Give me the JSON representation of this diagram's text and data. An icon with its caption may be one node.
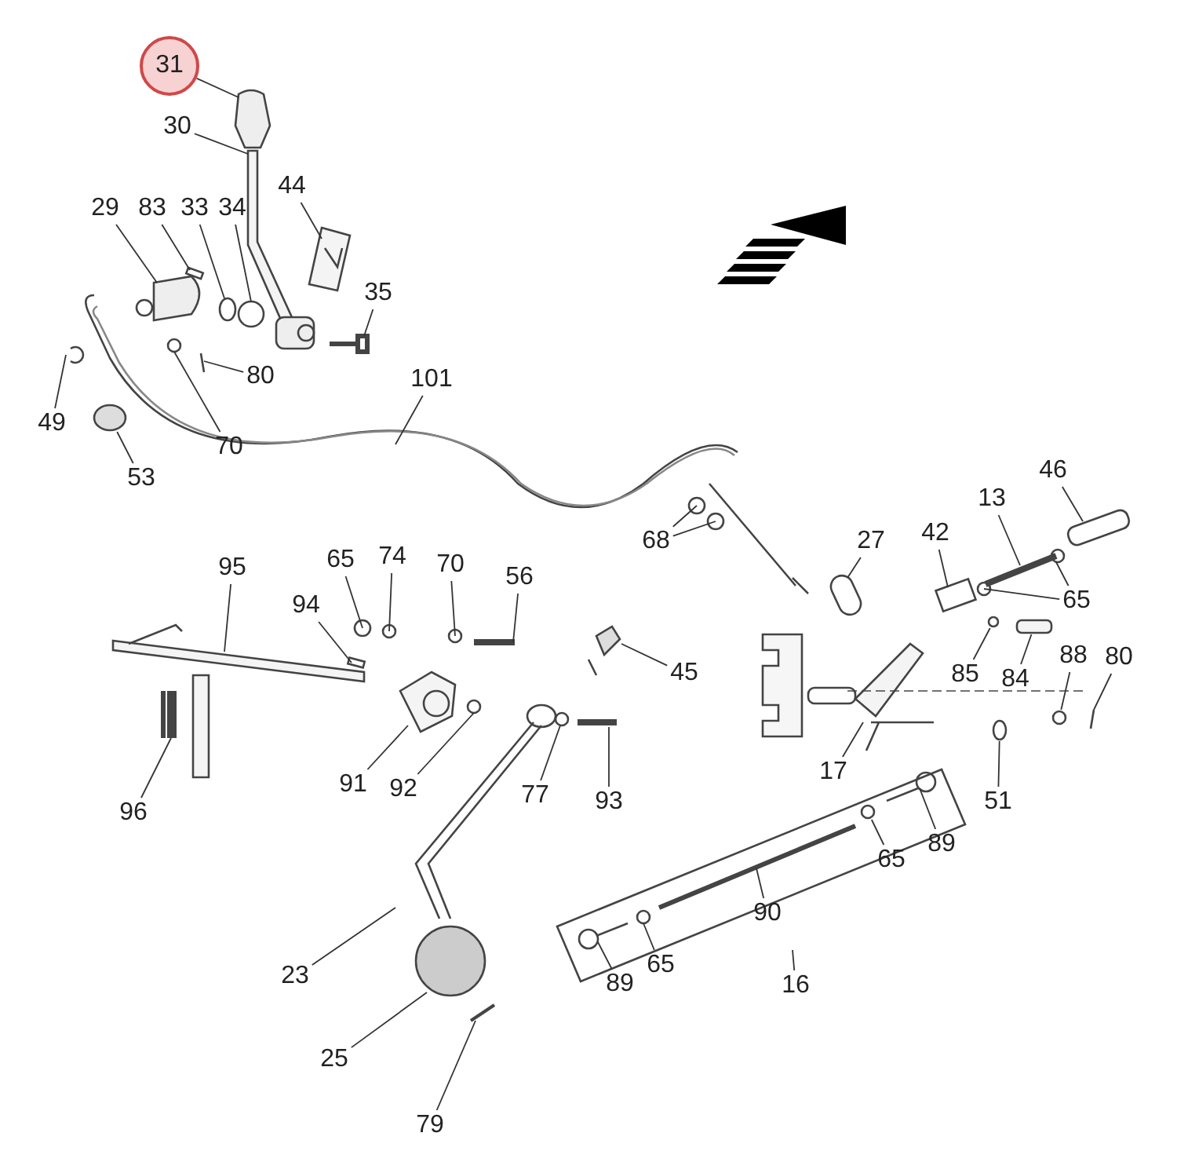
{
  "diagram": {
    "nodes": [
      {
        "text": [
          "31"
        ]
      },
      {
        "text": [
          "30"
        ]
      },
      {
        "text": [
          "44"
        ]
      },
      {
        "text": [
          "29"
        ]
      },
      {
        "text": [
          "83"
        ]
      },
      {
        "text": [
          "33"
        ]
      },
      {
        "text": [
          "34"
        ]
      },
      {
        "text": [
          "35"
        ]
      },
      {
        "text": [
          "80"
        ]
      },
      {
        "text": [
          "101"
        ]
      },
      {
        "text": [
          "49"
        ]
      },
      {
        "text": [
          "70"
        ]
      },
      {
        "text": [
          "53"
        ]
      },
      {
        "text": [
          "46"
        ]
      },
      {
        "text": [
          "13"
        ]
      },
      {
        "text": [
          "68"
        ]
      },
      {
        "text": [
          "27"
        ]
      },
      {
        "text": [
          "42"
        ]
      },
      {
        "text": [
          "65"
        ]
      },
      {
        "text": [
          "95"
        ]
      },
      {
        "text": [
          "65"
        ]
      },
      {
        "text": [
          "74"
        ]
      },
      {
        "text": [
          "70"
        ]
      },
      {
        "text": [
          "56"
        ]
      },
      {
        "text": [
          "94"
        ]
      },
      {
        "text": [
          "45"
        ]
      },
      {
        "text": [
          "85"
        ]
      },
      {
        "text": [
          "84"
        ]
      },
      {
        "text": [
          "88"
        ]
      },
      {
        "text": [
          "80"
        ]
      },
      {
        "text": [
          "96"
        ]
      },
      {
        "text": [
          "91"
        ]
      },
      {
        "text": [
          "92"
        ]
      },
      {
        "text": [
          "77"
        ]
      },
      {
        "text": [
          "93"
        ]
      },
      {
        "text": [
          "17"
        ]
      },
      {
        "text": [
          "51"
        ]
      },
      {
        "text": [
          "89"
        ]
      },
      {
        "text": [
          "65"
        ]
      },
      {
        "text": [
          "90"
        ]
      },
      {
        "text": [
          "89"
        ]
      },
      {
        "text": [
          "65"
        ]
      },
      {
        "text": [
          "16"
        ]
      },
      {
        "text": [
          "23"
        ]
      },
      {
        "text": [
          "25"
        ]
      },
      {
        "text": [
          "79"
        ]
      },
      {
        "text": [],
        "shape": "circle"
      },
      {
        "text": [],
        "shape": "bar"
      },
      {
        "text": [],
        "shape": "circle"
      },
      {
        "text": [],
        "shape": "circle"
      },
      {
        "text": [],
        "shape": "circle"
      },
      {
        "text": [],
        "shape": "circle"
      }
    ],
    "edges": [
      {
        "from": 0,
        "to": null,
        "arrow": "none"
      },
      {
        "from": 1,
        "to": null,
        "arrow": "none"
      },
      {
        "from": 2,
        "to": null,
        "arrow": "none"
      },
      {
        "from": 3,
        "to": null,
        "arrow": "none"
      },
      {
        "from": 4,
        "to": null,
        "arrow": "none"
      },
      {
        "from": 5,
        "to": null,
        "arrow": "none"
      },
      {
        "from": 6,
        "to": null,
        "arrow": "none"
      },
      {
        "from": 7,
        "to": null,
        "arrow": "none"
      },
      {
        "from": 8,
        "to": null,
        "arrow": "none"
      },
      {
        "from": 9,
        "to": null,
        "arrow": "none"
      },
      {
        "from": 10,
        "to": null,
        "arrow": "none"
      },
      {
        "from": 11,
        "to": null,
        "arrow": "none"
      },
      {
        "from": 12,
        "to": 46,
        "arrow": "none"
      },
      {
        "from": 13,
        "to": null,
        "arrow": "none"
      },
      {
        "from": 14,
        "to": null,
        "arrow": "none"
      },
      {
        "from": 15,
        "to": null,
        "arrow": "none"
      },
      {
        "from": 15,
        "to": null,
        "arrow": "none"
      },
      {
        "from": 16,
        "to": null,
        "arrow": "none"
      },
      {
        "from": 17,
        "to": null,
        "arrow": "none"
      },
      {
        "from": 18,
        "to": null,
        "arrow": "none"
      },
      {
        "from": 18,
        "to": null,
        "arrow": "none"
      },
      {
        "from": 19,
        "to": null,
        "arrow": "none"
      },
      {
        "from": 20,
        "to": null,
        "arrow": "none"
      },
      {
        "from": 21,
        "to": null,
        "arrow": "none"
      },
      {
        "from": 22,
        "to": null,
        "arrow": "none"
      },
      {
        "from": 23,
        "to": null,
        "arrow": "none"
      },
      {
        "from": 24,
        "to": null,
        "arrow": "none"
      },
      {
        "from": 25,
        "to": null,
        "arrow": "none"
      },
      {
        "from": 26,
        "to": 51,
        "arrow": "none"
      },
      {
        "from": 27,
        "to": 47,
        "arrow": "none"
      },
      {
        "from": 28,
        "to": 48,
        "arrow": "none"
      },
      {
        "from": 29,
        "to": null,
        "arrow": "none"
      },
      {
        "from": 30,
        "to": null,
        "arrow": "none"
      },
      {
        "from": 31,
        "to": null,
        "arrow": "none"
      },
      {
        "from": 32,
        "to": null,
        "arrow": "none"
      },
      {
        "from": 33,
        "to": null,
        "arrow": "none"
      },
      {
        "from": 34,
        "to": null,
        "arrow": "none"
      },
      {
        "from": 35,
        "to": null,
        "arrow": "none"
      },
      {
        "from": 36,
        "to": 49,
        "arrow": "none"
      },
      {
        "from": 37,
        "to": null,
        "arrow": "none"
      },
      {
        "from": 38,
        "to": 50,
        "arrow": "none"
      },
      {
        "from": 39,
        "to": null,
        "arrow": "none"
      },
      {
        "from": 40,
        "to": null,
        "arrow": "none"
      },
      {
        "from": 41,
        "to": null,
        "arrow": "none"
      },
      {
        "from": 42,
        "to": null,
        "arrow": "none"
      },
      {
        "from": 43,
        "to": null,
        "arrow": "none"
      },
      {
        "from": 44,
        "to": null,
        "arrow": "none"
      },
      {
        "from": 45,
        "to": null,
        "arrow": "none"
      }
    ]
  }
}
